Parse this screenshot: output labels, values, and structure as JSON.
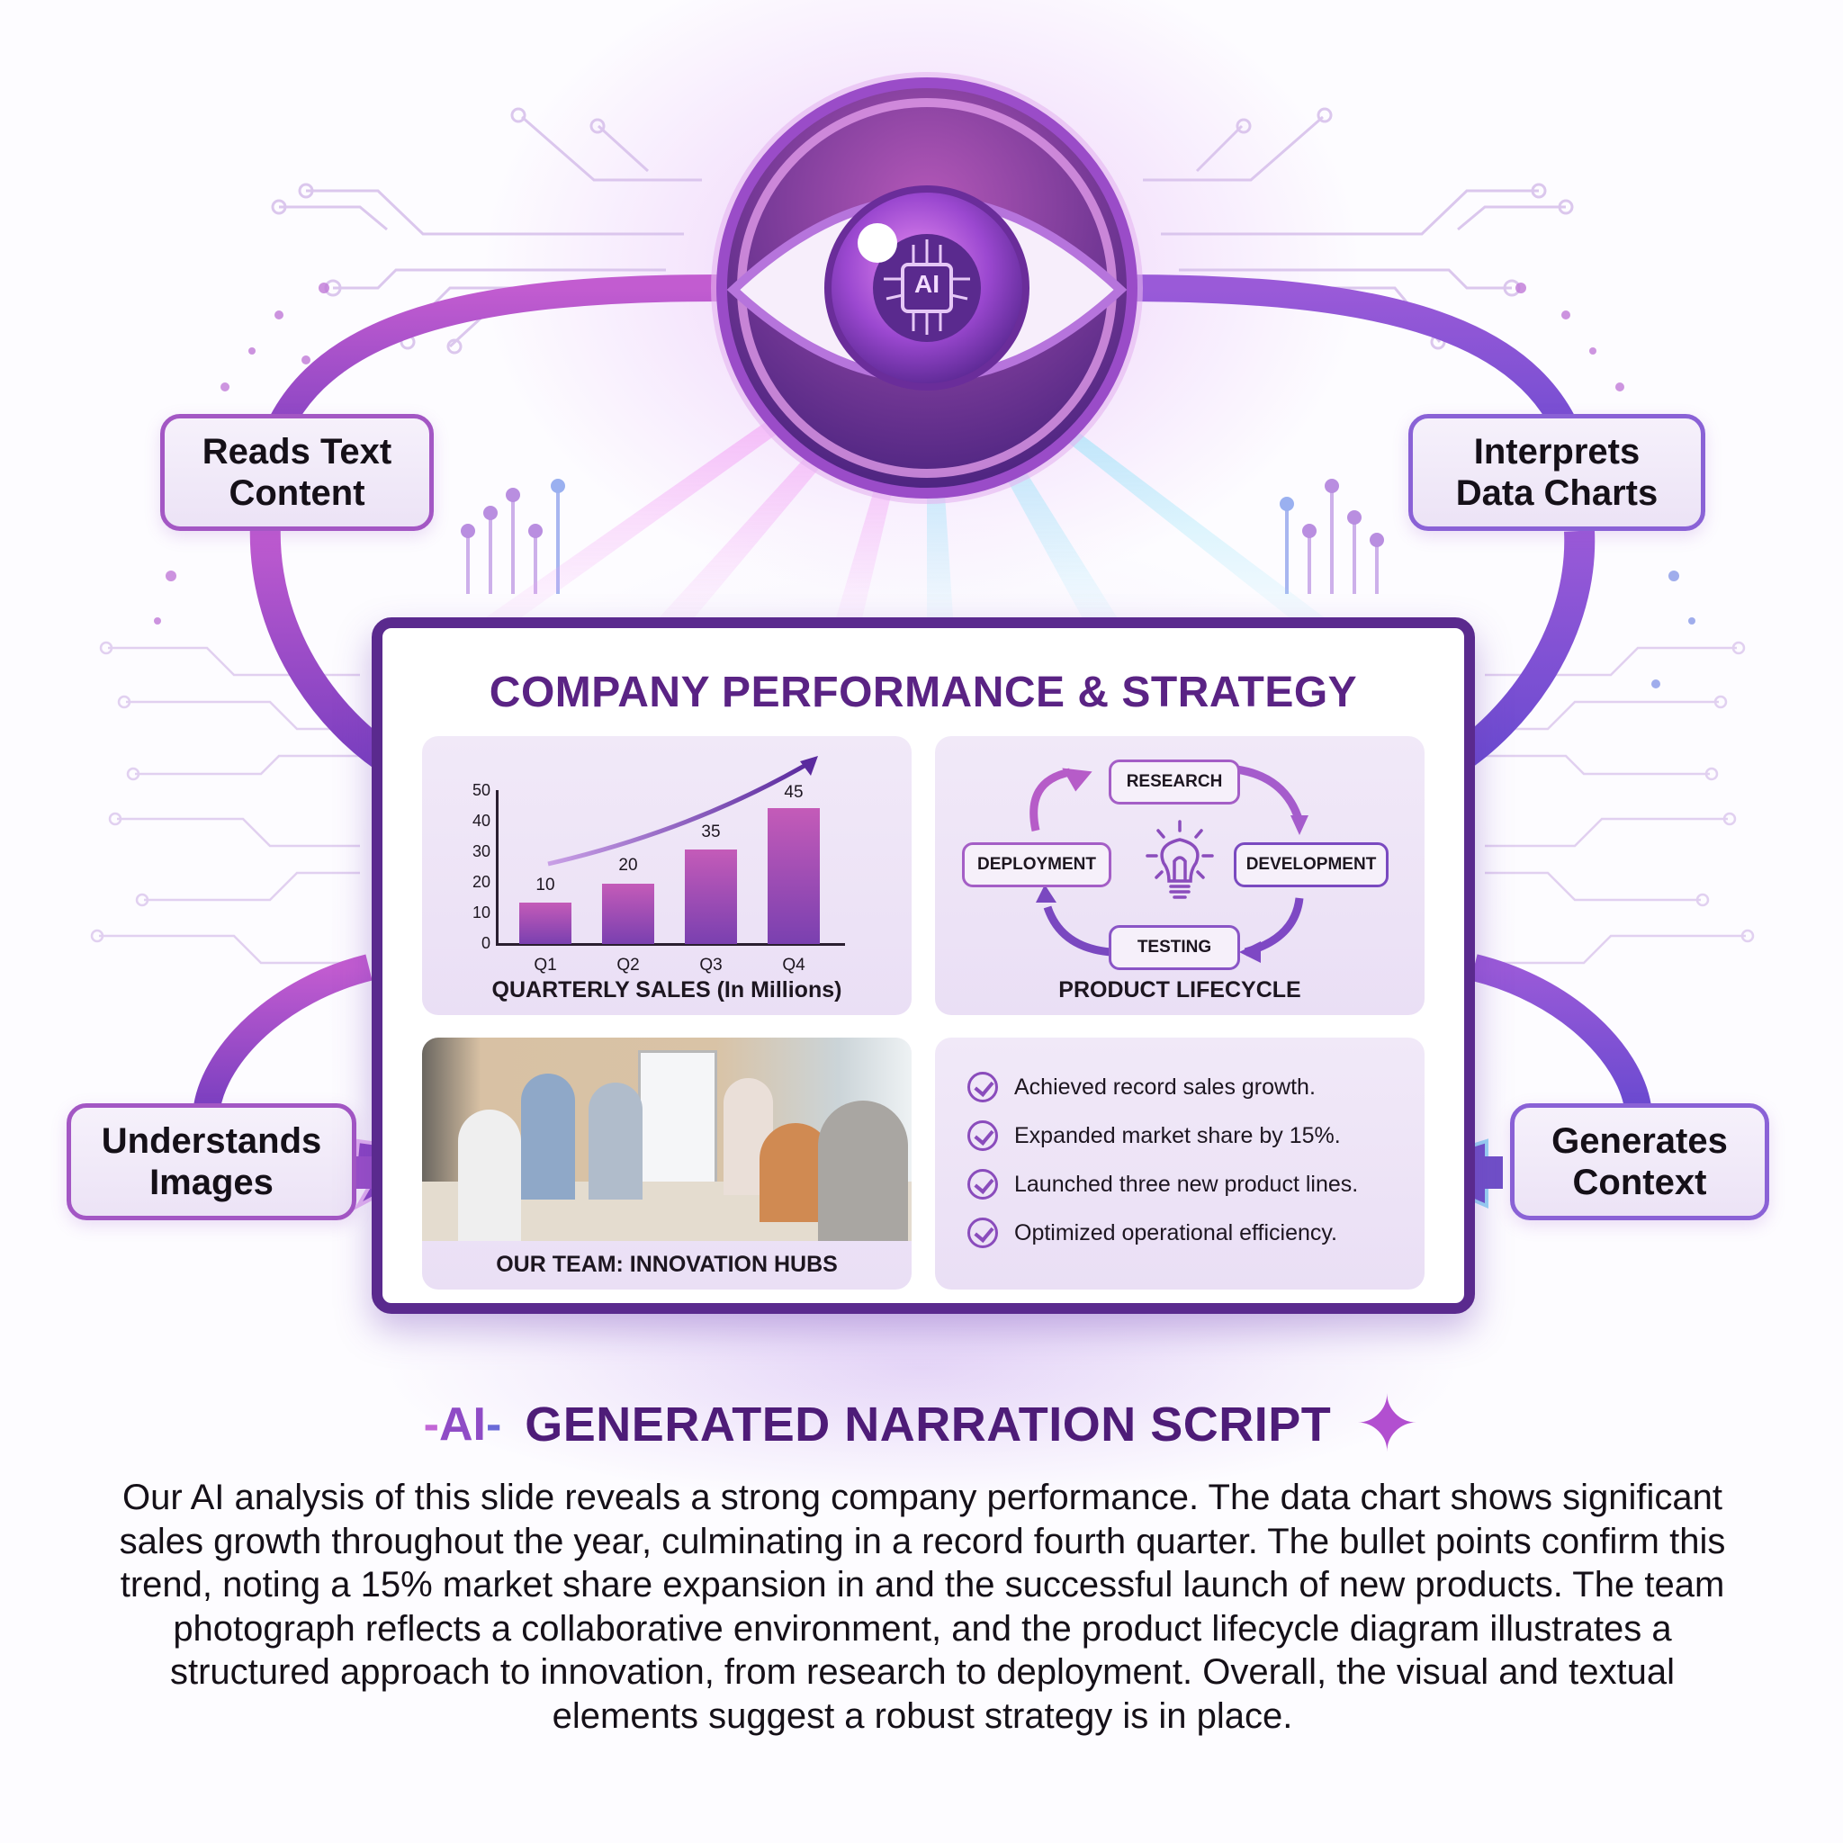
{
  "eye": {
    "label": "AI",
    "icon": "ai-eye-icon"
  },
  "features": {
    "reads_text": [
      "Reads Text",
      "Content"
    ],
    "interprets_charts": [
      "Interprets",
      "Data Charts"
    ],
    "understands_images": [
      "Understands",
      "Images"
    ],
    "generates_context": [
      "Generates",
      "Context"
    ]
  },
  "slide": {
    "title": "COMPANY PERFORMANCE & STRATEGY",
    "chart_caption": "QUARTERLY SALES (In Millions)",
    "lifecycle": {
      "caption": "PRODUCT LIFECYCLE",
      "stages": [
        "RESEARCH",
        "DEVELOPMENT",
        "TESTING",
        "DEPLOYMENT"
      ],
      "icon": "lightbulb-icon"
    },
    "photo_caption": "OUR TEAM: INNOVATION HUBS",
    "bullets": [
      "Achieved record sales growth.",
      "Expanded market share by 15%.",
      "Launched three new product lines.",
      "Optimized operational efficiency."
    ]
  },
  "chart_data": {
    "type": "bar",
    "title": "QUARTERLY SALES (In Millions)",
    "categories": [
      "Q1",
      "Q2",
      "Q3",
      "Q4"
    ],
    "values": [
      10,
      20,
      35,
      45
    ],
    "yticks": [
      "0",
      "10",
      "20",
      "30",
      "40",
      "50"
    ],
    "xlabel": "",
    "ylabel": "",
    "ylim": [
      0,
      50
    ],
    "annotations": [
      "upward trend arrow"
    ]
  },
  "narration": {
    "badge": "AI",
    "title": "GENERATED NARRATION SCRIPT",
    "text": "Our AI analysis of this slide reveals a strong company performance. The data chart shows significant sales growth throughout the year, culminating in a record fourth quarter. The bullet points confirm this trend, noting a 15% market share expansion in and the successful launch of new products. The team photograph reflects a collaborative environment, and the product lifecycle diagram illustrates a structured approach to innovation, from research to deployment. Overall, the visual and textual elements suggest a robust strategy is in place."
  },
  "colors": {
    "primary_purple": "#5a2a8e",
    "title_purple": "#5a2384",
    "accent_pink": "#c45bb8",
    "accent_blue": "#8a62d6"
  }
}
